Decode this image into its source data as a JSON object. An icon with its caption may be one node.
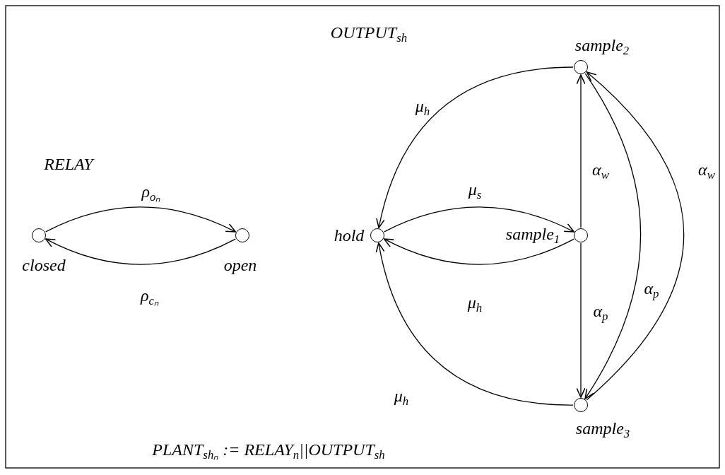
{
  "diagram": {
    "caption": "PLANT$_{shₙ}$ := RELAY$_{n}$||OUTPUT$_{sh}$",
    "nodes": [
      {
        "text": [],
        "shape": "circle",
        "beside": [
          "closed"
        ]
      },
      {
        "text": [],
        "shape": "circle",
        "beside": [
          "open"
        ]
      },
      {
        "text": [],
        "shape": "circle",
        "beside": [
          "hold"
        ]
      },
      {
        "text": [],
        "shape": "circle",
        "beside": [
          "sample$_{1}$"
        ]
      },
      {
        "text": [],
        "shape": "circle",
        "beside": [
          "sample$_{2}$"
        ]
      },
      {
        "text": [],
        "shape": "circle",
        "beside": [
          "sample$_{3}$"
        ]
      }
    ],
    "edges": [
      {
        "from": 0,
        "to": 1,
        "arrow": "to",
        "label": "ρ$_{oₙ}$"
      },
      {
        "from": 1,
        "to": 0,
        "arrow": "to",
        "label": "ρ$_{cₙ}$"
      },
      {
        "from": 2,
        "to": 3,
        "arrow": "to",
        "label": "μ$_{s}$"
      },
      {
        "from": 3,
        "to": 2,
        "arrow": "to",
        "label": "μ$_{h}$"
      },
      {
        "from": 4,
        "to": 2,
        "arrow": "to",
        "label": "μ$_{h}$"
      },
      {
        "from": 5,
        "to": 2,
        "arrow": "to",
        "label": "μ$_{h}$"
      },
      {
        "from": 3,
        "to": 4,
        "arrow": "to",
        "label": "α$_{w}$"
      },
      {
        "from": 3,
        "to": 5,
        "arrow": "to",
        "label": "α$_{p}$"
      },
      {
        "from": 4,
        "to": 5,
        "arrow": "to",
        "label": "α$_{p}$"
      },
      {
        "from": 5,
        "to": 4,
        "arrow": "to",
        "label": "α$_{w}$"
      }
    ],
    "labels": [
      "OUTPUT$_{sh}$",
      "RELAY"
    ]
  }
}
